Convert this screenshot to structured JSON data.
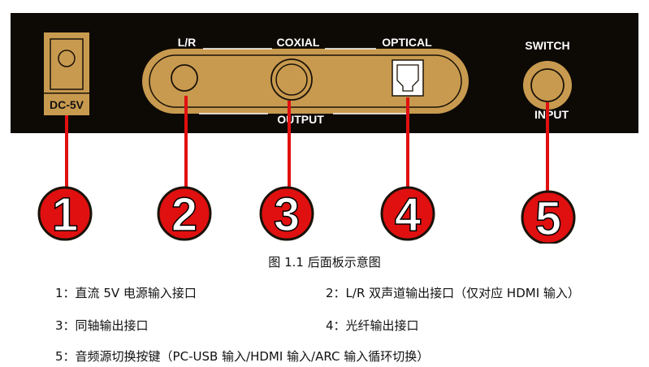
{
  "colors": {
    "panel": "#0d0a06",
    "gold": "#c89a4f",
    "gold_light": "#d8ae63",
    "badge_red": "#e01010",
    "line_red": "#e01010"
  },
  "panel": {
    "dc_label": "DC-5V",
    "lr_label": "L/R",
    "coaxial_label": "COXIAL",
    "optical_label": "OPTICAL",
    "output_label": "OUTPUT",
    "switch_label": "SWITCH",
    "input_label": "INPUT"
  },
  "badges": [
    "1",
    "2",
    "3",
    "4",
    "5"
  ],
  "caption": "图 1.1 后面板示意图",
  "legend": [
    {
      "num": "1：",
      "text": "直流 5V 电源输入接口"
    },
    {
      "num": "2：",
      "text": "L/R 双声道输出接口（仅对应 HDMI 输入）"
    },
    {
      "num": "3：",
      "text": "同轴输出接口"
    },
    {
      "num": "4：",
      "text": "光纤输出接口"
    },
    {
      "num": "5：",
      "text": "音频源切换按键（PC-USB 输入/HDMI 输入/ARC 输入循环切换）"
    }
  ],
  "icons": {
    "dc_jack": "dc-power-jack-icon",
    "rca_lr": "rca-jack-icon",
    "rca_coax": "coaxial-jack-icon",
    "optical": "optical-toslink-port-icon",
    "switch": "push-button-icon"
  }
}
